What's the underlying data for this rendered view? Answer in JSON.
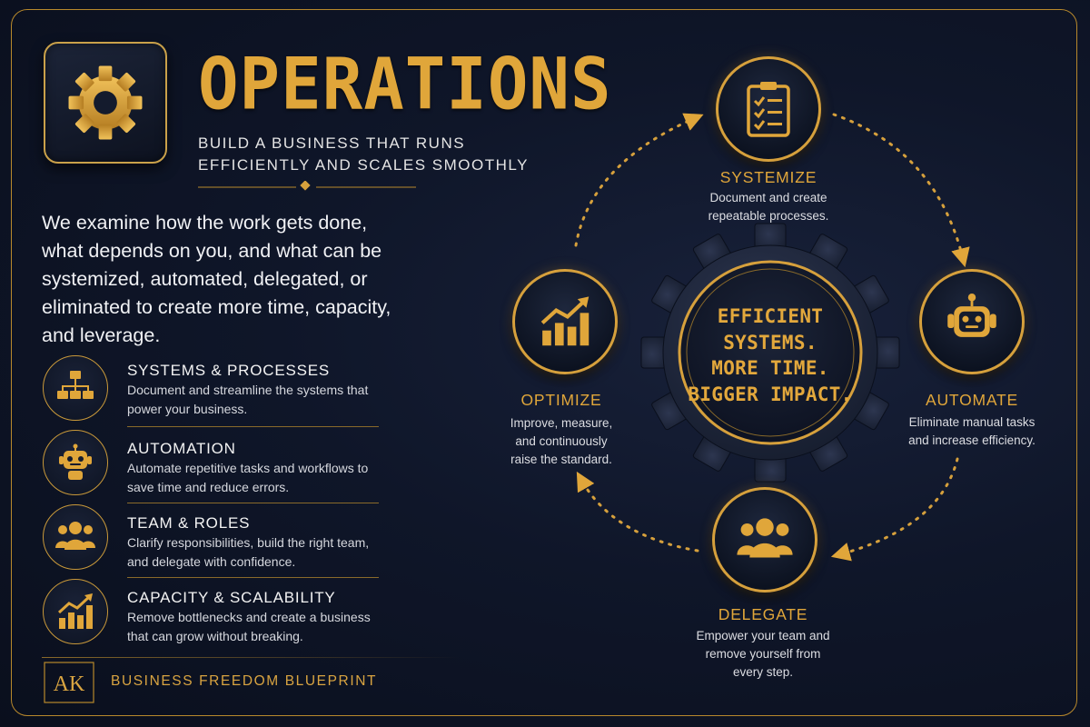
{
  "header": {
    "title": "OPERATIONS",
    "subtitle_line1": "BUILD A BUSINESS THAT RUNS",
    "subtitle_line2": "EFFICIENTLY AND SCALES SMOOTHLY"
  },
  "intro": "We examine how the work gets done, what depends on you, and what can be systemized, automated, delegated, or eliminated to create more time, capacity, and leverage.",
  "features": [
    {
      "title": "SYSTEMS & PROCESSES",
      "desc": "Document and streamline the systems that power your business.",
      "icon": "org-chart-icon"
    },
    {
      "title": "AUTOMATION",
      "desc": "Automate repetitive tasks and workflows to save time and reduce errors.",
      "icon": "robot-icon"
    },
    {
      "title": "TEAM & ROLES",
      "desc": "Clarify responsibilities, build the right team, and delegate with confidence.",
      "icon": "team-icon"
    },
    {
      "title": "CAPACITY & SCALABILITY",
      "desc": "Remove bottlenecks and create a business that can grow without breaking.",
      "icon": "growth-chart-icon"
    }
  ],
  "footer": {
    "logo_text": "AK",
    "brand": "BUSINESS FREEDOM BLUEPRINT"
  },
  "cycle": {
    "center_line1": "EFFICIENT",
    "center_line2": "SYSTEMS.",
    "center_line3": "MORE TIME.",
    "center_line4": "BIGGER IMPACT.",
    "systemize": {
      "title": "SYSTEMIZE",
      "desc1": "Document and create",
      "desc2": "repeatable processes.",
      "icon": "checklist-icon"
    },
    "automate": {
      "title": "AUTOMATE",
      "desc1": "Eliminate manual tasks",
      "desc2": "and increase efficiency.",
      "icon": "robot-icon"
    },
    "delegate": {
      "title": "DELEGATE",
      "desc1": "Empower your team and",
      "desc2": "remove yourself from",
      "desc3": "every step.",
      "icon": "team-icon"
    },
    "optimize": {
      "title": "OPTIMIZE",
      "desc1": "Improve, measure,",
      "desc2": "and continuously",
      "desc3": "raise the standard.",
      "icon": "growth-chart-icon"
    }
  },
  "colors": {
    "gold": "#d6a03c",
    "background": "#0f1629",
    "text": "#f0f1f4"
  }
}
